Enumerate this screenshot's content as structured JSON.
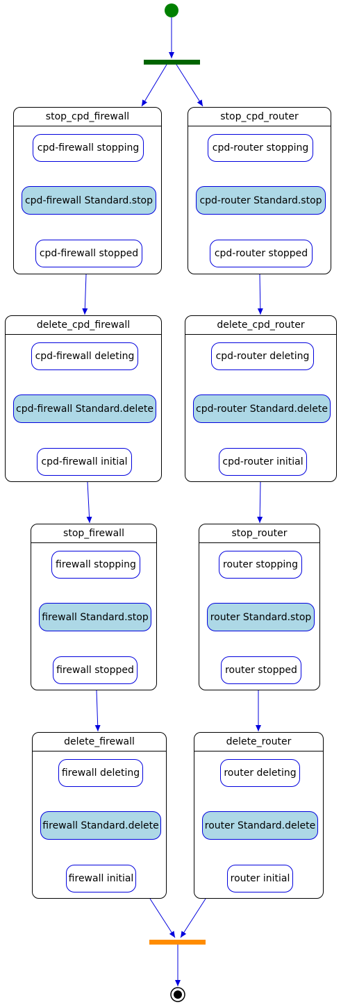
{
  "groups": [
    {
      "title": "stop_cpd_firewall",
      "states": [
        "cpd-firewall stopping",
        "cpd-firewall Standard.stop",
        "cpd-firewall stopped"
      ]
    },
    {
      "title": "stop_cpd_router",
      "states": [
        "cpd-router stopping",
        "cpd-router Standard.stop",
        "cpd-router stopped"
      ]
    },
    {
      "title": "delete_cpd_firewall",
      "states": [
        "cpd-firewall deleting",
        "cpd-firewall Standard.delete",
        "cpd-firewall initial"
      ]
    },
    {
      "title": "delete_cpd_router",
      "states": [
        "cpd-router deleting",
        "cpd-router Standard.delete",
        "cpd-router initial"
      ]
    },
    {
      "title": "stop_firewall",
      "states": [
        "firewall stopping",
        "firewall Standard.stop",
        "firewall stopped"
      ]
    },
    {
      "title": "stop_router",
      "states": [
        "router stopping",
        "router Standard.stop",
        "router stopped"
      ]
    },
    {
      "title": "delete_firewall",
      "states": [
        "firewall deleting",
        "firewall Standard.delete",
        "firewall initial"
      ]
    },
    {
      "title": "delete_router",
      "states": [
        "router deleting",
        "router Standard.delete",
        "router initial"
      ]
    }
  ],
  "colors": {
    "start_node": "#008000",
    "fork_bar": "#006400",
    "join_bar": "#ff8c00",
    "arrow": "#0000dd",
    "action_fill": "#add8e6"
  }
}
